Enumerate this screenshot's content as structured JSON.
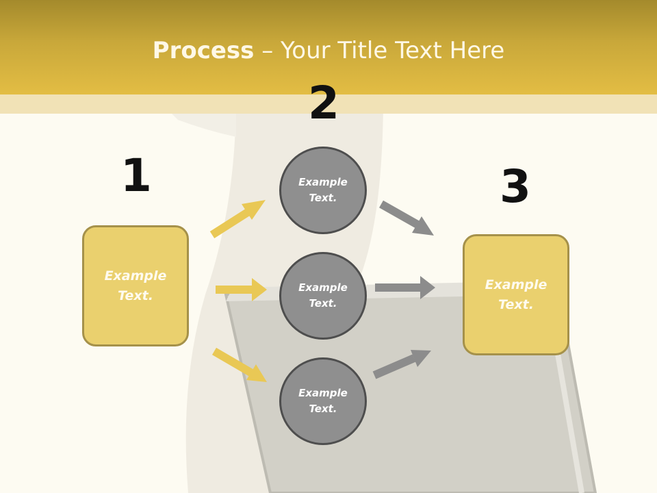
{
  "slide": {
    "title_bold": "Process",
    "title_sep": " – ",
    "title_rest": "Your Title Text Here"
  },
  "steps": {
    "s1": {
      "number": "1",
      "label": "Example Text."
    },
    "s2": {
      "number": "2",
      "circles": [
        "Example Text.",
        "Example Text.",
        "Example Text."
      ]
    },
    "s3": {
      "number": "3",
      "label": "Example Text."
    }
  },
  "colors": {
    "header_gold": "#e3bd44",
    "box_fill": "#ead06e",
    "box_border": "#a5914a",
    "circle_fill": "#8f8f8f",
    "circle_border": "#4e4e4e",
    "arrow_yellow": "#e9c855",
    "arrow_gray": "#8c8c8c"
  }
}
